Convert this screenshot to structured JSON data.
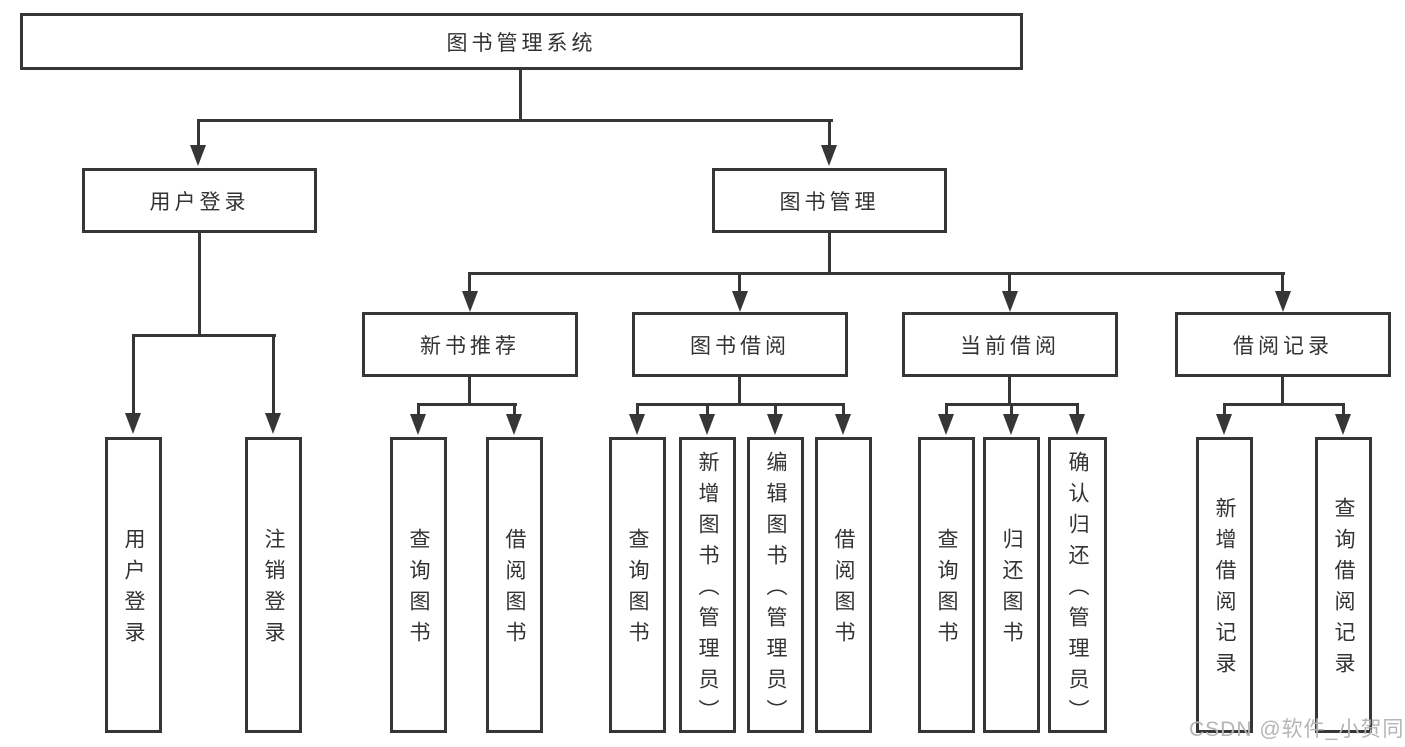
{
  "diagram": {
    "type": "hierarchy-tree",
    "nodes": {
      "root": {
        "label": "图书管理系统"
      },
      "user_login": {
        "label": "用户登录"
      },
      "book_mgmt": {
        "label": "图书管理"
      },
      "new_book_rec": {
        "label": "新书推荐"
      },
      "book_borrow": {
        "label": "图书借阅"
      },
      "current_borrow": {
        "label": "当前借阅"
      },
      "borrow_record": {
        "label": "借阅记录"
      },
      "leaf_user_login": {
        "label": "用户登录"
      },
      "leaf_logout": {
        "label": "注销登录"
      },
      "leaf_nb_query_book": {
        "label": "查询图书"
      },
      "leaf_nb_borrow_book": {
        "label": "借阅图书"
      },
      "leaf_bb_query_book": {
        "label": "查询图书"
      },
      "leaf_bb_add_book": {
        "label": "新增图书（管理员）"
      },
      "leaf_bb_edit_book": {
        "label": "编辑图书（管理员）"
      },
      "leaf_bb_borrow_book": {
        "label": "借阅图书"
      },
      "leaf_cb_query_book": {
        "label": "查询图书"
      },
      "leaf_cb_return_book": {
        "label": "归还图书"
      },
      "leaf_cb_confirm_return": {
        "label": "确认归还（管理员）"
      },
      "leaf_br_add_record": {
        "label": "新增借阅记录"
      },
      "leaf_br_query_record": {
        "label": "查询借阅记录"
      }
    },
    "edges": [
      [
        "root",
        "user_login"
      ],
      [
        "root",
        "book_mgmt"
      ],
      [
        "user_login",
        "leaf_user_login"
      ],
      [
        "user_login",
        "leaf_logout"
      ],
      [
        "book_mgmt",
        "new_book_rec"
      ],
      [
        "book_mgmt",
        "book_borrow"
      ],
      [
        "book_mgmt",
        "current_borrow"
      ],
      [
        "book_mgmt",
        "borrow_record"
      ],
      [
        "new_book_rec",
        "leaf_nb_query_book"
      ],
      [
        "new_book_rec",
        "leaf_nb_borrow_book"
      ],
      [
        "book_borrow",
        "leaf_bb_query_book"
      ],
      [
        "book_borrow",
        "leaf_bb_add_book"
      ],
      [
        "book_borrow",
        "leaf_bb_edit_book"
      ],
      [
        "book_borrow",
        "leaf_bb_borrow_book"
      ],
      [
        "current_borrow",
        "leaf_cb_query_book"
      ],
      [
        "current_borrow",
        "leaf_cb_return_book"
      ],
      [
        "current_borrow",
        "leaf_cb_confirm_return"
      ],
      [
        "borrow_record",
        "leaf_br_add_record"
      ],
      [
        "borrow_record",
        "leaf_br_query_record"
      ]
    ],
    "colors": {
      "line": "#363636",
      "text": "#333333",
      "background": "#ffffff",
      "watermark": "#b5b5b5"
    }
  },
  "watermark": {
    "text": "CSDN @软件_小贺同学"
  }
}
